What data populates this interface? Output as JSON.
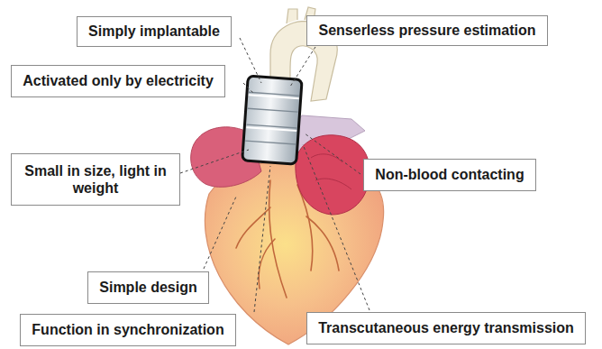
{
  "diagram": {
    "nodes": [
      {
        "text": [
          "Simply implantable"
        ]
      },
      {
        "text": [
          "Senserless pressure estimation"
        ]
      },
      {
        "text": [
          "Activated only by electricity"
        ]
      },
      {
        "text": [
          "Small in size, light in weight"
        ]
      },
      {
        "text": [
          "Non-blood contacting"
        ]
      },
      {
        "text": [
          "Simple design"
        ]
      },
      {
        "text": [
          "Function in synchronization"
        ]
      },
      {
        "text": [
          "Transcutaneous energy transmission"
        ]
      }
    ]
  }
}
